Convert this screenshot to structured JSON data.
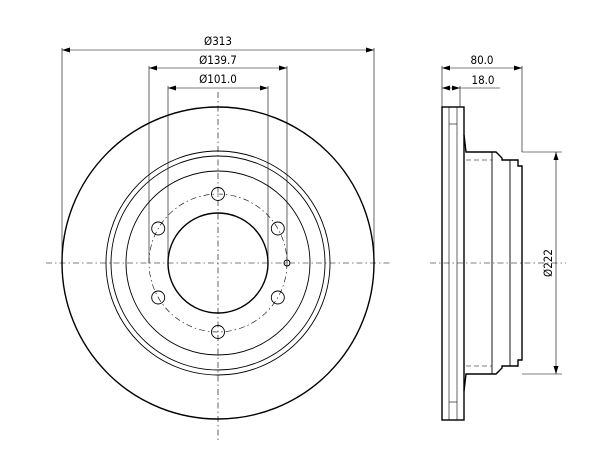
{
  "drawing": {
    "front_view": {
      "outer_diameter_label": "Ø313",
      "bolt_circle_label": "Ø139.7",
      "center_bore_label": "Ø101.0",
      "bolt_hole_count": 6
    },
    "side_view": {
      "total_height_label": "80.0",
      "thickness_label": "18.0",
      "hat_diameter_label": "Ø222"
    }
  }
}
